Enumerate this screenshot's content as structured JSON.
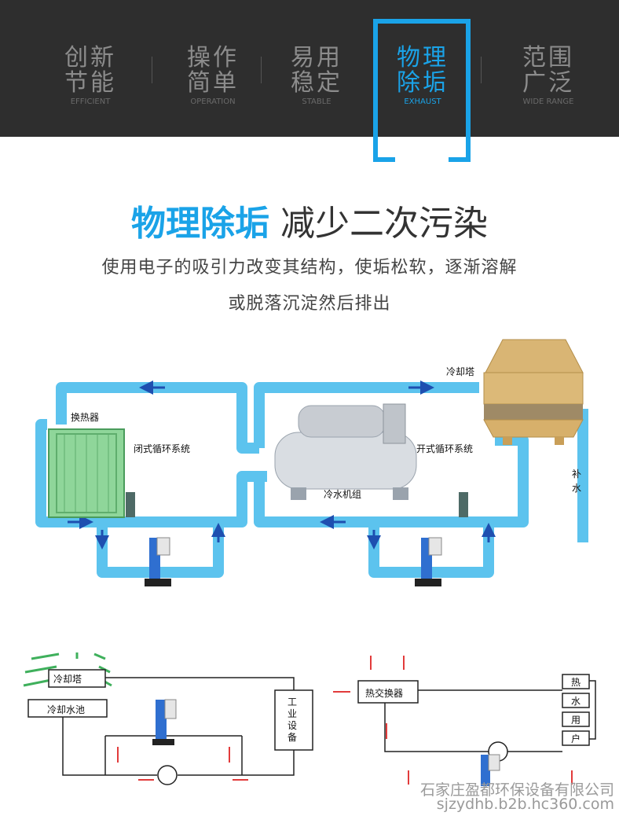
{
  "tabs": [
    {
      "cn_line1": "创新",
      "cn_line2": "节能",
      "en": "EFFICIENT"
    },
    {
      "cn_line1": "操作",
      "cn_line2": "简单",
      "en": "OPERATION"
    },
    {
      "cn_line1": "易用",
      "cn_line2": "稳定",
      "en": "STABLE"
    },
    {
      "cn_line1": "物理",
      "cn_line2": "除垢",
      "en": "EXHAUST"
    },
    {
      "cn_line1": "范围",
      "cn_line2": "广泛",
      "en": "WIDE RANGE"
    }
  ],
  "headline": {
    "highlight": "物理除垢",
    "rest": "减少二次污染"
  },
  "description": {
    "line1": "使用电子的吸引力改变其结构，使垢松软，逐渐溶解",
    "line2": "或脱落沉淀然后排出"
  },
  "diagram1": {
    "heat_exchanger": "换热器",
    "closed_loop": "闭式循环系统",
    "chiller": "冷水机组",
    "open_loop": "开式循环系统",
    "cooling_tower": "冷却塔",
    "makeup_1": "补",
    "makeup_2": "水"
  },
  "diagram2": {
    "cooling_tower": "冷却塔",
    "cooling_pool": "冷却水池",
    "equipment_1": "工",
    "equipment_2": "业",
    "equipment_3": "设",
    "equipment_4": "备"
  },
  "diagram3": {
    "heat_exchanger": "热交换器",
    "user_1": "热",
    "user_2": "水",
    "user_3": "用",
    "user_4": "户"
  },
  "watermark": {
    "company": "石家庄盈都环保设备有限公司",
    "url": "sjzydhb.b2b.hc360.com"
  },
  "colors": {
    "accent": "#1aa3e8",
    "header_bg": "#2e2e2e",
    "pipe": "#5cc3ee",
    "arrow_red": "#e23b3b"
  }
}
